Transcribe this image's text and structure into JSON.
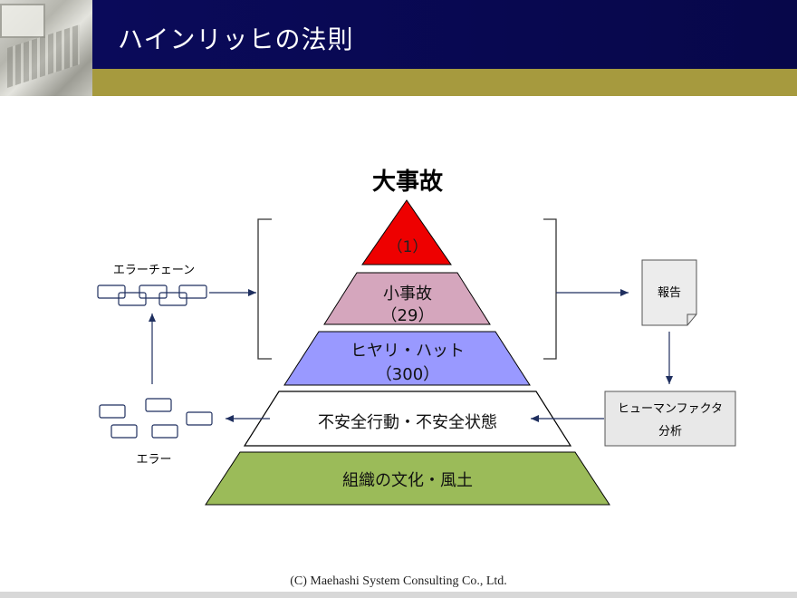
{
  "slide": {
    "title": "ハインリッヒの法則",
    "footer": "(C) Maehashi System Consulting Co., Ltd."
  },
  "pyramid": {
    "top_label": "大事故",
    "levels": [
      {
        "lines": [
          "（1）"
        ],
        "color": "#ee0000"
      },
      {
        "lines": [
          "小事故",
          "（29）"
        ],
        "color": "#d5a6bd"
      },
      {
        "lines": [
          "ヒヤリ・ハット",
          "（300）"
        ],
        "color": "#9999ff"
      },
      {
        "lines": [
          "不安全行動・不安全状態"
        ],
        "color": "#ffffff"
      },
      {
        "lines": [
          "組織の文化・風土"
        ],
        "color": "#9bbb59"
      }
    ]
  },
  "left": {
    "chain_label": "エラーチェーン",
    "error_label": "エラー"
  },
  "right": {
    "report_label": "報告",
    "analysis_lines": [
      "ヒューマンファクタ",
      "分析"
    ]
  },
  "colors": {
    "navy": "#0a0a5a",
    "gold": "#a69a3e",
    "arrow": "#1f2f5f"
  }
}
